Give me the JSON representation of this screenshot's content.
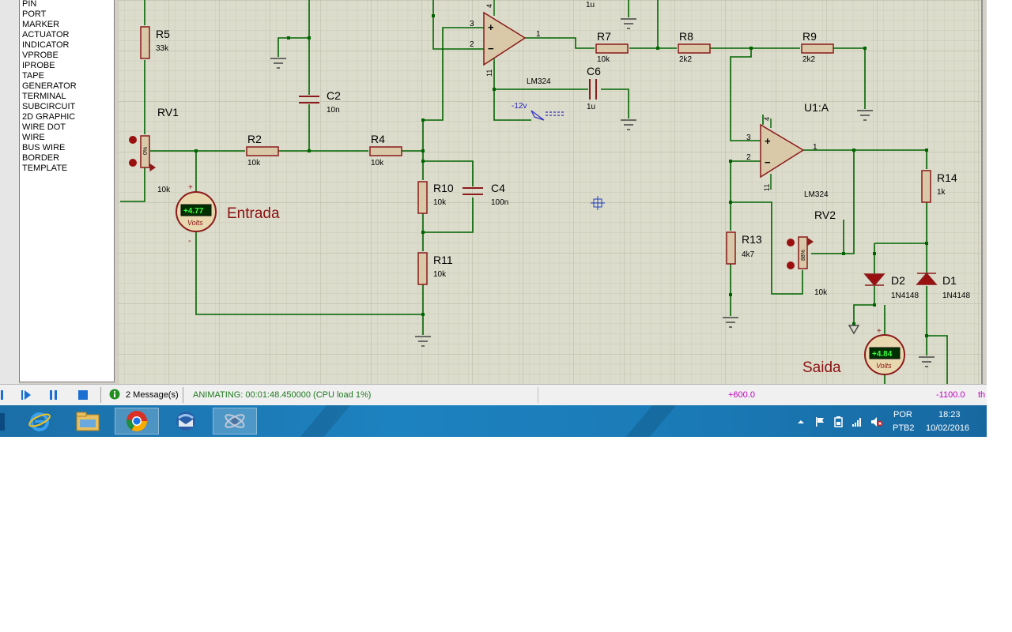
{
  "mode_list": {
    "items": [
      "PIN",
      "PORT",
      "MARKER",
      "ACTUATOR",
      "INDICATOR",
      "VPROBE",
      "IPROBE",
      "TAPE",
      "GENERATOR",
      "TERMINAL",
      "SUBCIRCUIT",
      "2D GRAPHIC",
      "WIRE DOT",
      "WIRE",
      "BUS WIRE",
      "BORDER",
      "TEMPLATE"
    ]
  },
  "schematic": {
    "labels": {
      "r5": "R5",
      "r5_val": "33k",
      "rv1": "RV1",
      "rv1_val": "10k",
      "rv1_pct": "0%",
      "r2": "R2",
      "r2_val": "10k",
      "c2": "C2",
      "c2_val": "10n",
      "r4": "R4",
      "r4_val": "10k",
      "r10": "R10",
      "r10_val": "10k",
      "c4": "C4",
      "c4_val": "100n",
      "r11": "R11",
      "r11_val": "10k",
      "u2_model": "LM324",
      "pin3": "3",
      "pin2": "2",
      "pin1": "1",
      "pin11": "11",
      "pin4": "4",
      "top_1u": "1u",
      "c6": "C6",
      "c6_val": "1u",
      "neg12": "-12v",
      "r7": "R7",
      "r7_val": "10k",
      "r8": "R8",
      "r8_val": "2k2",
      "r9": "R9",
      "r9_val": "2k2",
      "u1a": "U1:A",
      "u1_model": "LM324",
      "r13": "R13",
      "r13_val": "4k7",
      "rv2": "RV2",
      "rv2_val": "10k",
      "rv2_pct": "88%",
      "r14": "R14",
      "r14_val": "1k",
      "d2": "D2",
      "d2_val": "1N4148",
      "d1": "D1",
      "d1_val": "1N4148",
      "entrada": "Entrada",
      "saida": "Saida"
    },
    "voltmeter_in": {
      "reading": "+4.77",
      "unit": "Volts",
      "plus": "+",
      "minus": "-"
    },
    "voltmeter_out": {
      "reading": "+4.84",
      "unit": "Volts",
      "plus": "+"
    }
  },
  "statusbar": {
    "messages": "2 Message(s)",
    "animating": "ANIMATING: 00:01:48.450000 (CPU load 1%)",
    "coord_x": "+600.0",
    "coord_y": "-1100.0",
    "units": "th"
  },
  "taskbar": {
    "lang_top": "POR",
    "lang_bottom": "PTB2",
    "time": "18:23",
    "date": "10/02/2016"
  },
  "colors": {
    "canvas_bg": "#dcdccc",
    "wire": "#006400",
    "component_outline": "#8b1a1a",
    "component_fill": "#d9c9a8",
    "label_dark": "#000000",
    "status_green": "#1e7a1e",
    "status_magenta": "#c000c0",
    "taskbar": "#1d82c0"
  }
}
